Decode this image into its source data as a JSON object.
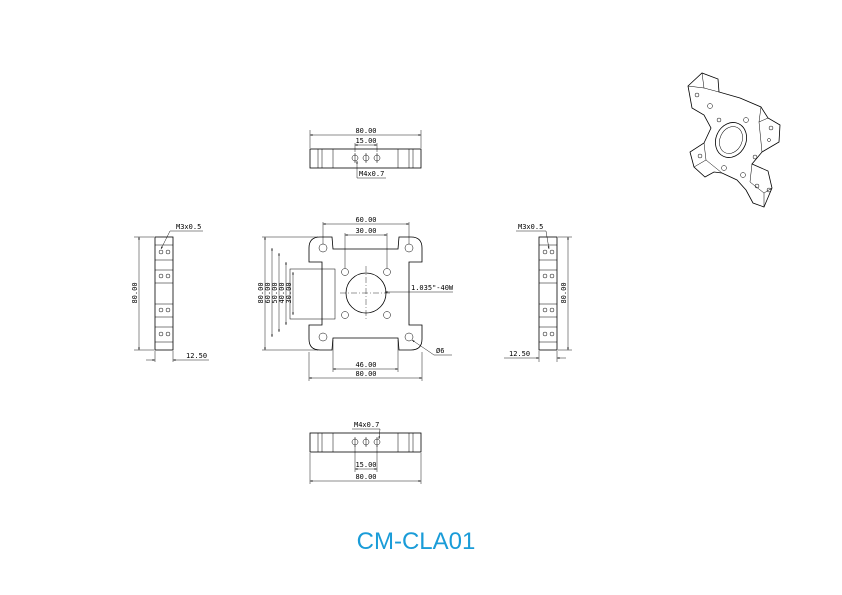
{
  "drawing": {
    "part_number": "CM-CLA01",
    "title_color": "#1a9cd8",
    "top_view": {
      "overall": "80.00",
      "hole_spacing": "15.00",
      "thread_note": "M4x0.7"
    },
    "bottom_view": {
      "overall": "80.00",
      "hole_spacing": "15.00",
      "thread_note": "M4x0.7"
    },
    "front_view": {
      "top_width": "60.00",
      "top_inner": "30.00",
      "bottom_inner": "46.00",
      "bottom_width": "80.00",
      "heights": [
        "80.00",
        "60.00",
        "50.00",
        "40.00",
        "30.00"
      ],
      "bore_note": "1.035\"-40W",
      "hole_note": "Ø6"
    },
    "left_view": {
      "height": "80.00",
      "thickness": "12.50",
      "thread_note": "M3x0.5"
    },
    "right_view": {
      "height": "80.00",
      "thickness": "12.50",
      "thread_note": "M3x0.5"
    }
  }
}
